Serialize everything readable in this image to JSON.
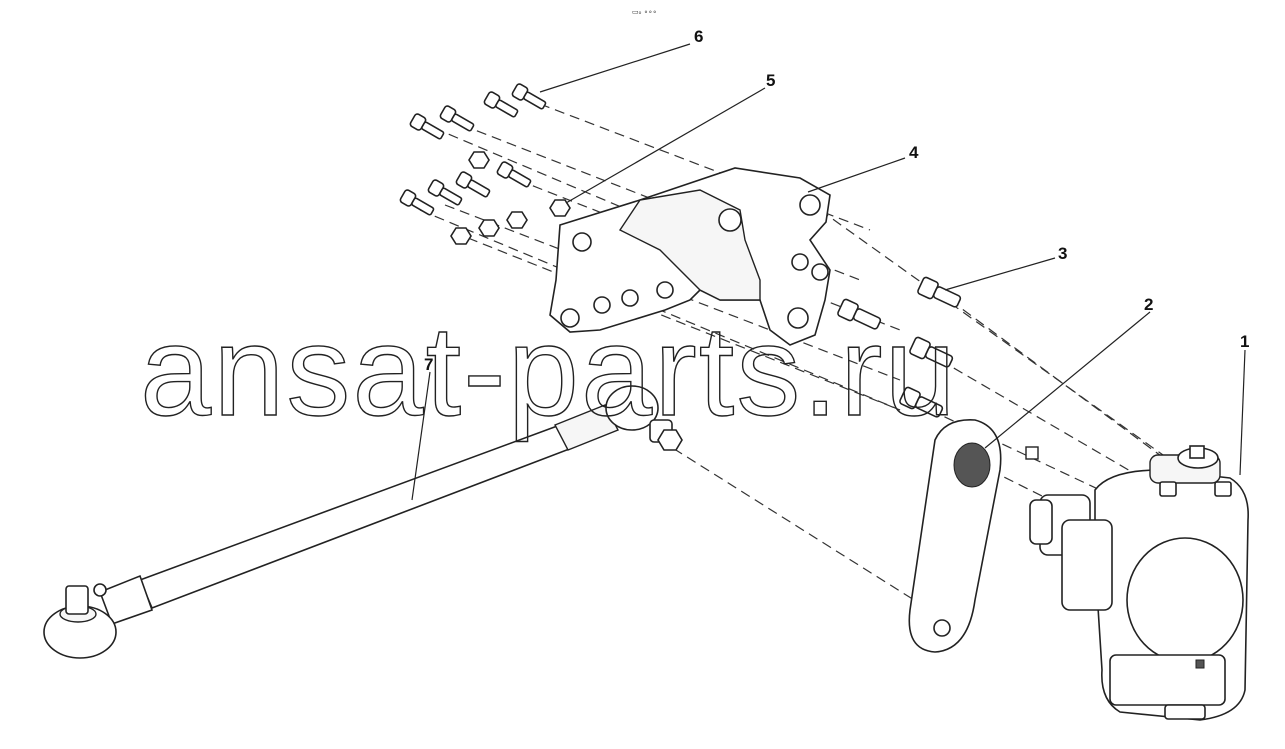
{
  "diagram": {
    "top_mark": "▭ₒ ∘∘∘",
    "watermark": "ansat-parts.ru",
    "callouts": {
      "c1": "1",
      "c2": "2",
      "c3": "3",
      "c4": "4",
      "c5": "5",
      "c6": "6",
      "c7": "7"
    }
  }
}
